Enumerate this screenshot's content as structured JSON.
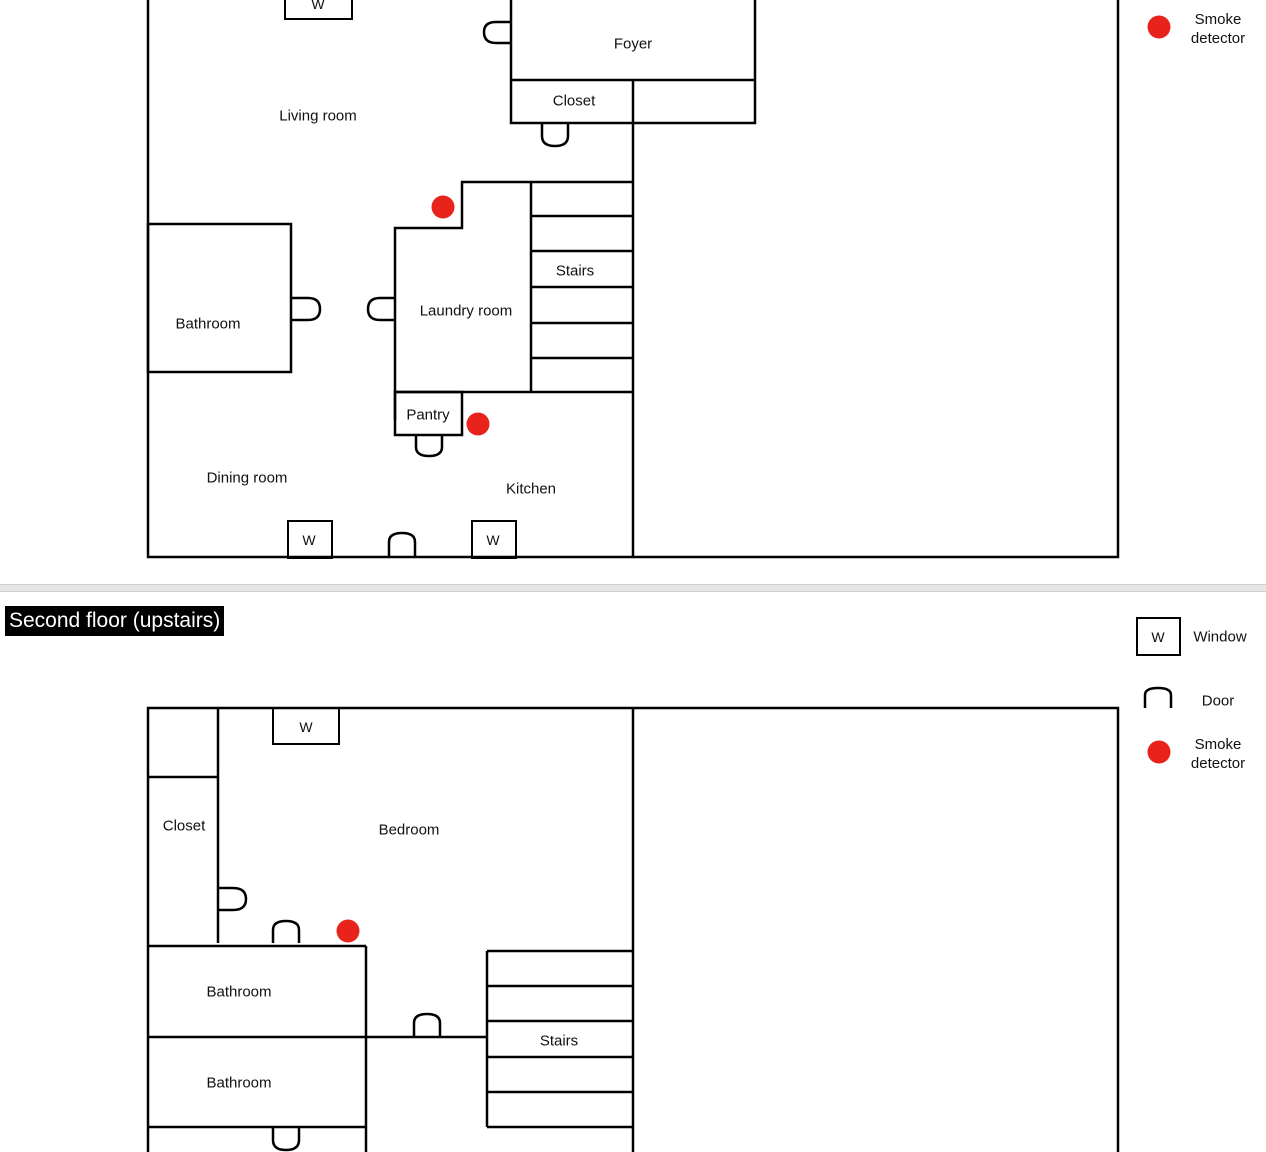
{
  "first_floor": {
    "rooms": {
      "foyer": "Foyer",
      "closet": "Closet",
      "living_room": "Living room",
      "stairs": "Stairs",
      "bathroom": "Bathroom",
      "laundry_room": "Laundry room",
      "pantry": "Pantry",
      "dining_room": "Dining room",
      "kitchen": "Kitchen"
    },
    "window_symbol": "W",
    "legend": {
      "smoke_detector": "Smoke detector"
    }
  },
  "second_floor": {
    "title": "Second floor (upstairs)",
    "rooms": {
      "closet": "Closet",
      "bedroom": "Bedroom",
      "bathroom_1": "Bathroom",
      "bathroom_2": "Bathroom",
      "stairs": "Stairs"
    },
    "window_symbol": "W",
    "legend": {
      "window_symbol": "W",
      "window": "Window",
      "door": "Door",
      "smoke_detector": "Smoke detector"
    }
  },
  "colors": {
    "wall": "#000000",
    "smoke_detector": "#e8231c",
    "divider": "#e6e6e6"
  }
}
